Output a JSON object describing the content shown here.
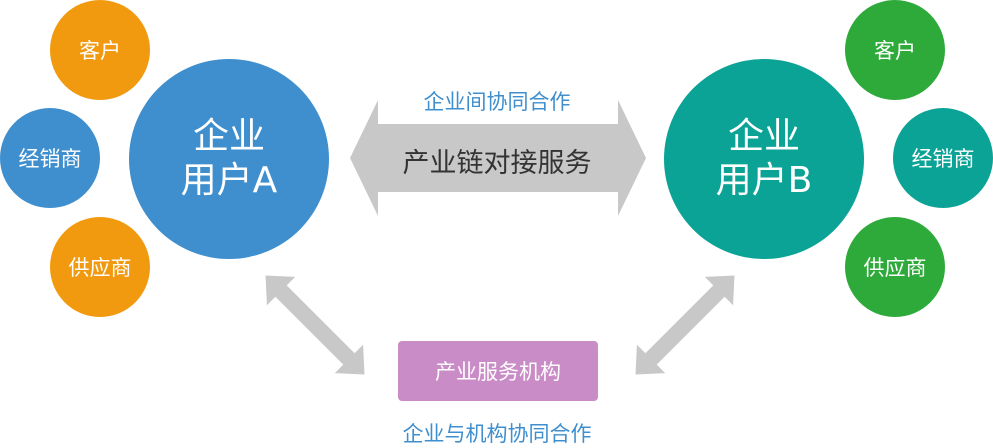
{
  "colors": {
    "orange": "#f29a0f",
    "blue": "#3f8fcf",
    "teal": "#0ba396",
    "green": "#2eaa3a",
    "arrow": "#c8c8c8",
    "purple": "#c98cc6",
    "label": "#3f8fcf"
  },
  "left": {
    "main_line1": "企业",
    "main_line2": "用户A",
    "satellites": [
      "客户",
      "经销商",
      "供应商"
    ]
  },
  "right": {
    "main_line1": "企业",
    "main_line2": "用户B",
    "satellites": [
      "客户",
      "经销商",
      "供应商"
    ]
  },
  "top_label": "企业间协同合作",
  "middle_text": "产业链对接服务",
  "institution_box": "产业服务机构",
  "bottom_label": "企业与机构协同合作"
}
